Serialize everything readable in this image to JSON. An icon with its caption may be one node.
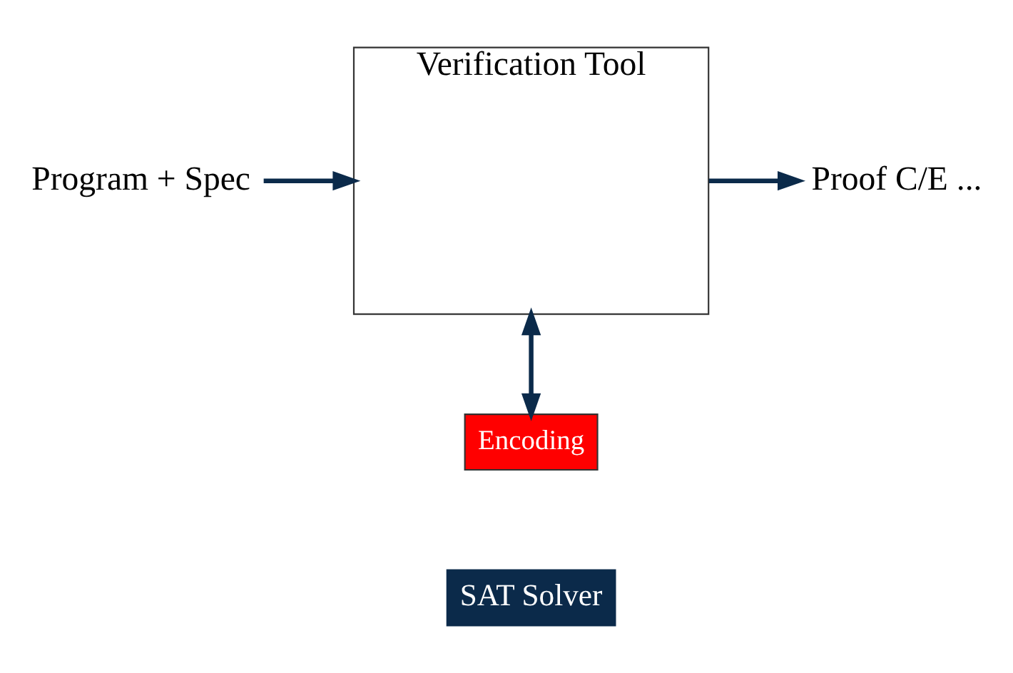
{
  "diagram": {
    "nodes": [
      {
        "text": [
          "Program + Spec"
        ]
      },
      {
        "text": [
          "Verification Tool"
        ]
      },
      {
        "text": [
          "Proof C/E ..."
        ]
      },
      {
        "text": [
          "Encoding"
        ]
      },
      {
        "text": [
          "SAT Solver"
        ]
      }
    ],
    "edges": [
      {
        "from": 0,
        "to": 1,
        "arrow": "to"
      },
      {
        "from": 1,
        "to": 2,
        "arrow": "to"
      },
      {
        "from": 1,
        "to": 3,
        "arrow": "both"
      }
    ]
  }
}
